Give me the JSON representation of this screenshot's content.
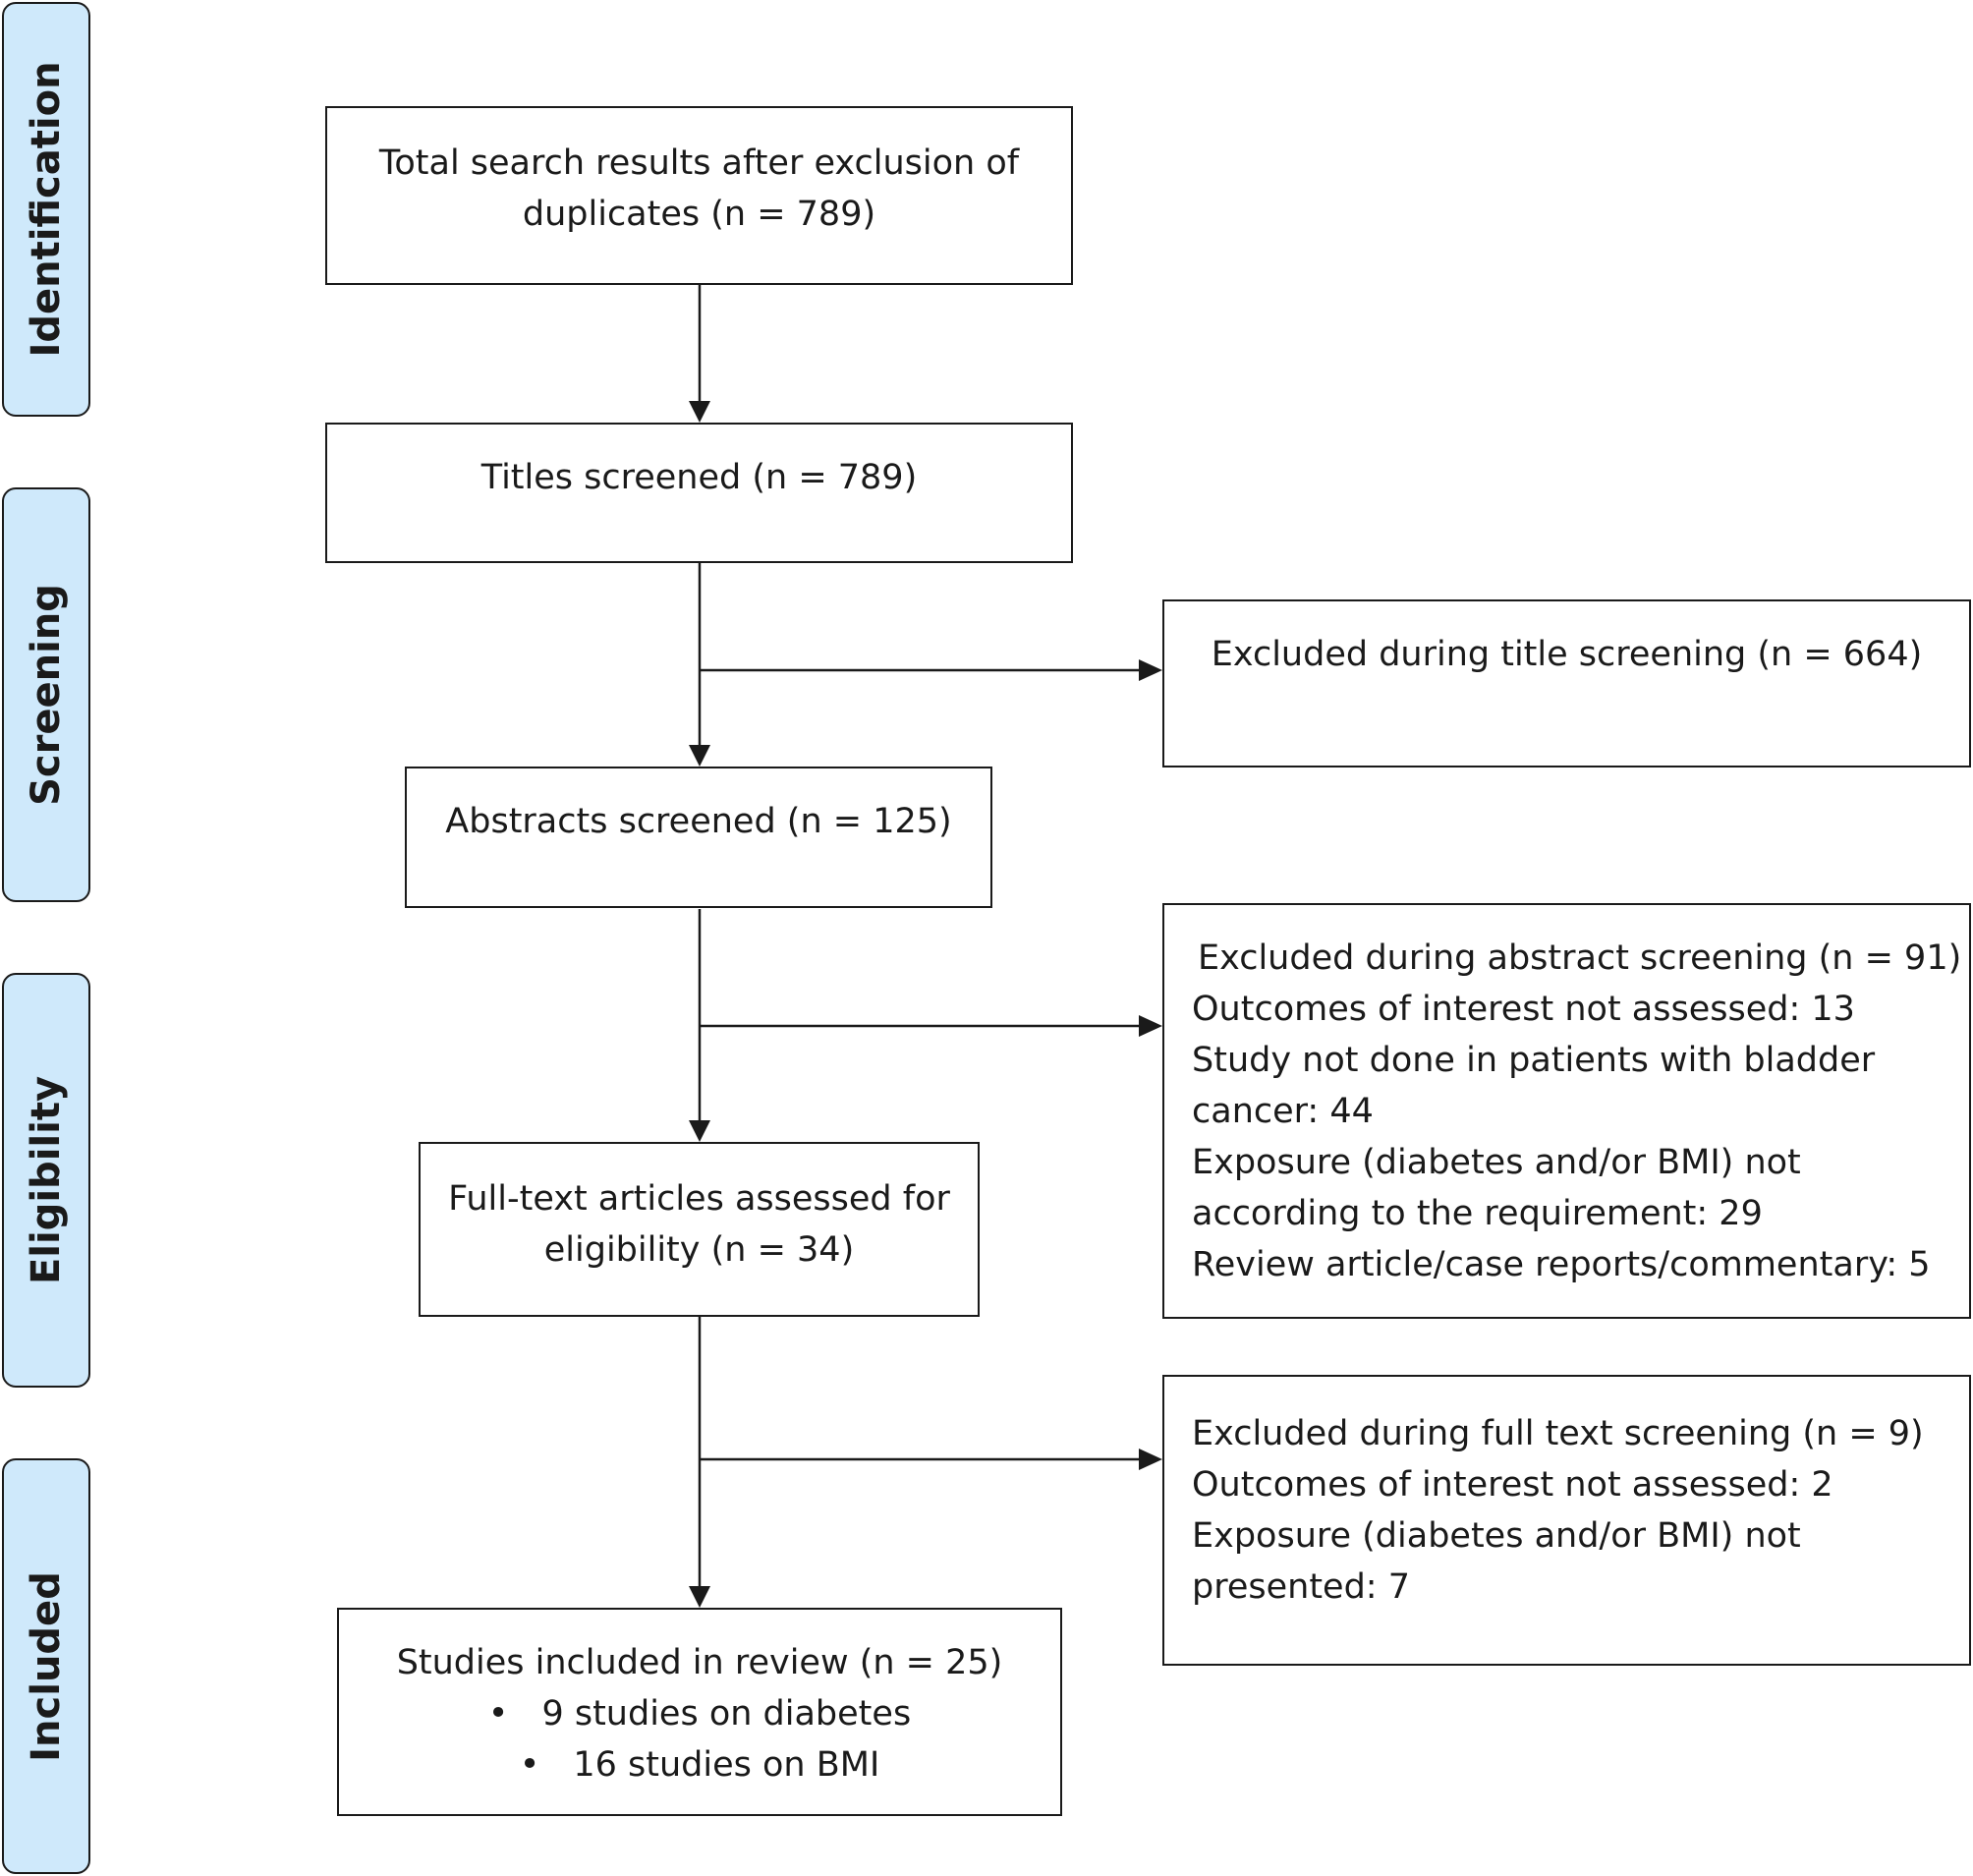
{
  "stages": [
    "Identification",
    "Screening",
    "Eligibility",
    "Included"
  ],
  "boxes": {
    "total_search": [
      "Total search results after exclusion of",
      "duplicates (n = 789)"
    ],
    "titles_screened": [
      "Titles screened (n = 789)"
    ],
    "abstracts_screened": [
      "Abstracts screened (n = 125)"
    ],
    "fulltext_assessed": [
      "Full-text articles assessed for",
      "eligibility (n =  34)"
    ],
    "included": {
      "title": "Studies included in review (n =  25)",
      "bullets": [
        "9 studies on diabetes",
        "16 studies on BMI"
      ]
    },
    "excluded_title": [
      "Excluded during title screening (n = 664)"
    ],
    "excluded_abstract": {
      "title": "Excluded during abstract screening (n = 91)",
      "lines": [
        "Outcomes of interest not assessed: 13",
        "Study not done in patients with bladder",
        "cancer: 44",
        "Exposure (diabetes and/or BMI) not",
        "according to the requirement: 29",
        "Review article/case reports/commentary: 5"
      ]
    },
    "excluded_fulltext": {
      "title": "Excluded during full text screening (n = 9)",
      "lines": [
        "Outcomes of interest not assessed: 2",
        "Exposure (diabetes and/or BMI) not",
        "presented: 7"
      ]
    }
  },
  "bullet_symbol": "•",
  "colors": {
    "stage_fill": "#cfe9fb",
    "stroke": "#1a1a1a"
  }
}
